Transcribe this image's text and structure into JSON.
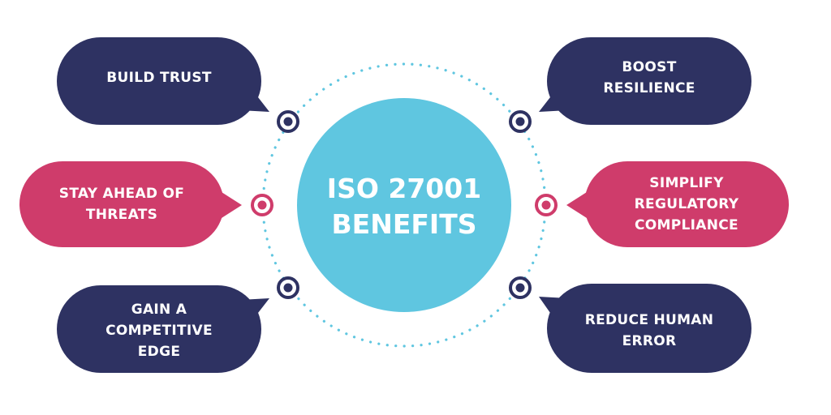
{
  "colors": {
    "navy": "#2e3262",
    "pink": "#cf3c6b",
    "cyan": "#5fc6e0",
    "dots": "#5fc6e0",
    "background": "#ffffff",
    "text": "#ffffff"
  },
  "center": {
    "title_line1": "ISO 27001",
    "title_line2": "BENEFITS"
  },
  "benefits": [
    {
      "label": "BUILD TRUST",
      "color": "navy",
      "position": "top-left"
    },
    {
      "label": "STAY AHEAD OF THREATS",
      "color": "pink",
      "position": "middle-left"
    },
    {
      "label": "GAIN A COMPETITIVE EDGE",
      "color": "navy",
      "position": "bottom-left"
    },
    {
      "label": "BOOST RESILIENCE",
      "color": "navy",
      "position": "top-right"
    },
    {
      "label": "SIMPLIFY REGULATORY COMPLIANCE",
      "color": "pink",
      "position": "middle-right"
    },
    {
      "label": "REDUCE HUMAN ERROR",
      "color": "navy",
      "position": "bottom-right"
    }
  ],
  "benefit_lines": {
    "build_trust": [
      "BUILD TRUST"
    ],
    "stay_ahead": [
      "STAY AHEAD OF",
      "THREATS"
    ],
    "gain_edge": [
      "GAIN A",
      "COMPETITIVE",
      "EDGE"
    ],
    "boost": [
      "BOOST",
      "RESILIENCE"
    ],
    "simplify": [
      "SIMPLIFY",
      "REGULATORY",
      "COMPLIANCE"
    ],
    "reduce": [
      "REDUCE HUMAN",
      "ERROR"
    ]
  },
  "icons": {
    "marker": "target-ring-icon"
  }
}
